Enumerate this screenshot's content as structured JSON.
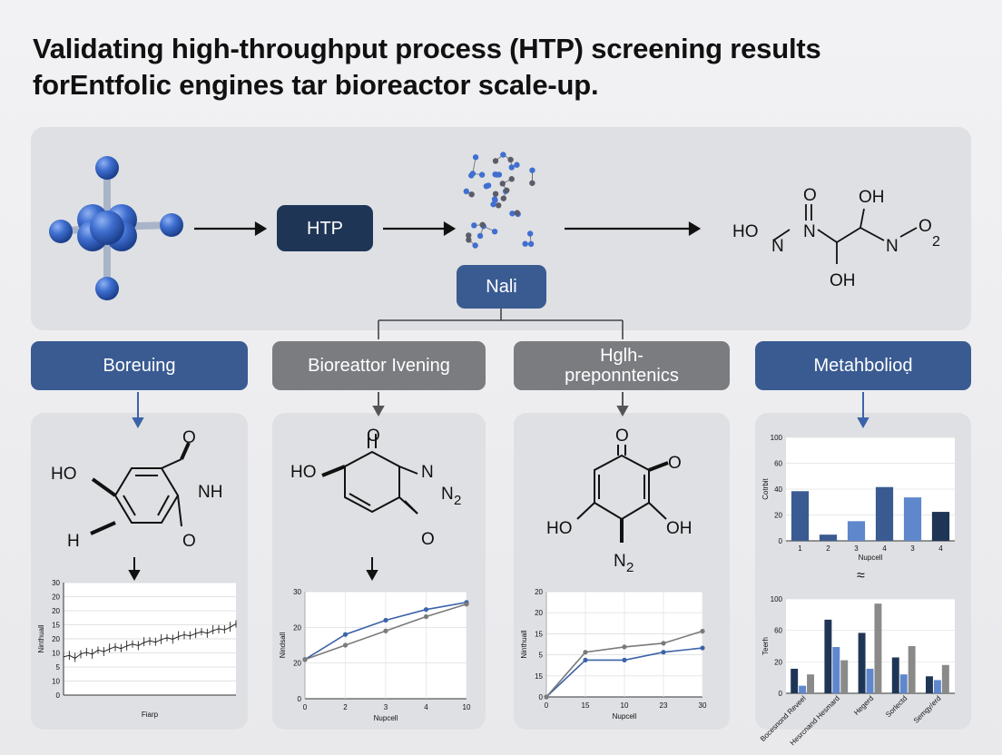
{
  "title": {
    "line1": "Validating high-throughput process (HTP) screening results",
    "line2": "forEntfolic engines tar bioreactor scale-up."
  },
  "flow": {
    "htp_label": "HTP",
    "nali_label": "Nali"
  },
  "product": {
    "o": "O",
    "oh_top": "OH",
    "ho": "HO",
    "n1": "N",
    "n2": "N",
    "n3": "N",
    "o2": "O",
    "o2_sub": "2",
    "oh_bottom": "OH"
  },
  "headers": [
    "Boreuing",
    "Bioreattor Ivening",
    "Hglh- preponntenics",
    "Metahbolioḍ"
  ],
  "col1": {
    "mol": {
      "ho": "HO",
      "o": "O",
      "nh": "NH",
      "h": "H",
      "o2": "O"
    },
    "chart_data": {
      "type": "line",
      "ylabel": "Ninthuall",
      "xlabel": "Fiarp",
      "y_ticks": [
        "30",
        "20",
        "20",
        "15",
        "20",
        "10",
        "5",
        "10",
        "0"
      ],
      "x": [
        0,
        2,
        4,
        6,
        8,
        10,
        12,
        14,
        16,
        18,
        20,
        22,
        24,
        26,
        28,
        30,
        32,
        34,
        36,
        38,
        40,
        42,
        44,
        46,
        48,
        50,
        52,
        54,
        56,
        58,
        60
      ],
      "values": [
        10.2,
        10.6,
        9.8,
        11.0,
        11.4,
        10.9,
        12.0,
        11.6,
        12.3,
        12.9,
        12.4,
        13.1,
        13.6,
        13.2,
        14.0,
        14.5,
        14.1,
        14.8,
        15.3,
        14.9,
        15.6,
        16.1,
        15.8,
        16.4,
        16.9,
        16.5,
        17.2,
        17.7,
        17.4,
        18.1,
        19.0
      ],
      "ylim": [
        0,
        30
      ]
    }
  },
  "col2": {
    "mol": {
      "o_top": "O",
      "ho": "HO",
      "n": "N",
      "n2": "N",
      "n2_sub": "2",
      "o_bottom": "O"
    },
    "chart_data": {
      "type": "line",
      "ylabel": "Nindsall",
      "xlabel": "Nupcell",
      "x_ticks": [
        "0",
        "2",
        "3",
        "4",
        "10"
      ],
      "y_ticks": [
        "30",
        "20",
        "20",
        "0"
      ],
      "ylim": [
        0,
        30
      ],
      "series": [
        {
          "values": [
            11,
            18,
            22,
            25,
            27
          ],
          "color": "#3b63a8"
        },
        {
          "values": [
            11,
            15,
            19,
            23,
            26.5
          ],
          "color": "#7a7a7a"
        }
      ]
    }
  },
  "col3": {
    "mol": {
      "o_top": "O",
      "o_right": "O",
      "ho": "HO",
      "oh": "OH",
      "n": "N",
      "n_sub": "2"
    },
    "chart_data": {
      "type": "line",
      "ylabel": "Ninthuall",
      "xlabel": "Nupcell",
      "x_ticks": [
        "0",
        "15",
        "10",
        "23",
        "30"
      ],
      "y_ticks": [
        "20",
        "20",
        "15",
        "5",
        "15",
        "0"
      ],
      "ylim": [
        0,
        20
      ],
      "series": [
        {
          "values": [
            0,
            7,
            7,
            8.5,
            9.3
          ],
          "color": "#3b63a8"
        },
        {
          "values": [
            0,
            8.5,
            9.5,
            10.2,
            12.5
          ],
          "color": "#7a7a7a"
        }
      ]
    }
  },
  "col4": {
    "chart1": {
      "type": "bar",
      "ylabel": "Cotrbit",
      "xlabel": "Nupcell",
      "categories": [
        "1",
        "2",
        "3",
        "4",
        "3",
        "4"
      ],
      "values": [
        48,
        6,
        19,
        52,
        42,
        28
      ],
      "colors": [
        "#3a5b92",
        "#3a5b92",
        "#5f87cc",
        "#3a5b92",
        "#5f87cc",
        "#1f3556"
      ],
      "y_ticks": [
        "100",
        "60",
        "40",
        "20",
        "0"
      ],
      "ylim": [
        0,
        100
      ]
    },
    "chart_mark": "≈",
    "chart2": {
      "type": "bar",
      "ylabel": "Teerh",
      "categories": [
        "Bocesnond Reveel",
        "Hesrcnand Hesmard",
        "Hegerd",
        "Sorlectd",
        "Semgy/erd"
      ],
      "y_ticks": [
        "100",
        "60",
        "20",
        "0"
      ],
      "ylim": [
        0,
        100
      ],
      "series": [
        {
          "values": [
            26,
            78,
            64,
            38,
            18
          ],
          "color": "#1f3556"
        },
        {
          "values": [
            8,
            49,
            26,
            20,
            14
          ],
          "color": "#5f87cc"
        },
        {
          "values": [
            20,
            35,
            95,
            50,
            30
          ],
          "color": "#8a8a8a"
        }
      ]
    }
  }
}
